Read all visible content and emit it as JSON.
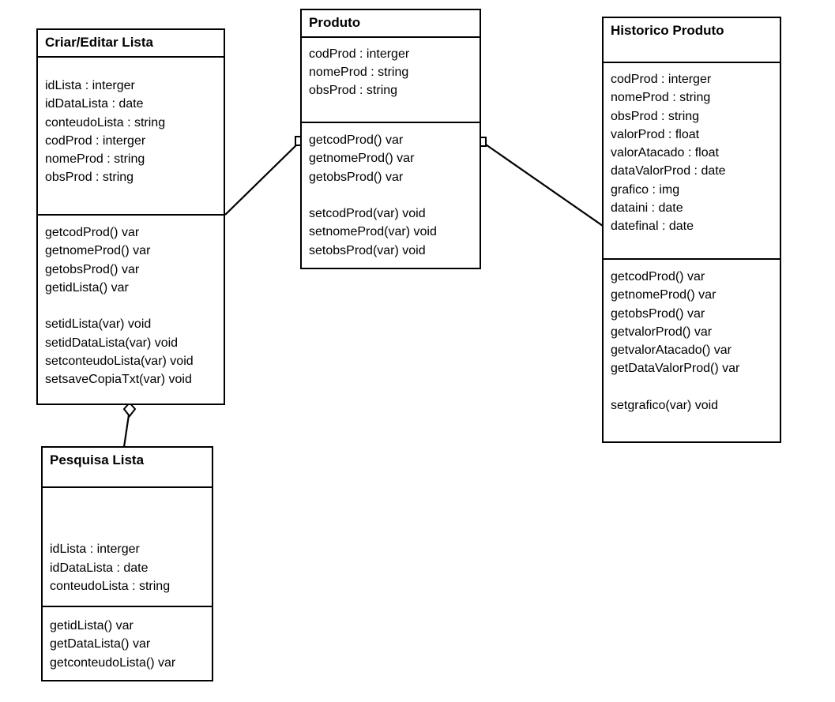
{
  "diagram": {
    "type": "uml-class-diagram",
    "background_color": "#ffffff",
    "line_color": "#000000",
    "text_color": "#000000"
  },
  "classes": {
    "criar_editar_lista": {
      "title": "Criar/Editar Lista",
      "attributes": [
        "idLista : interger",
        "idDataLista : date",
        "conteudoLista : string",
        "codProd : interger",
        "nomeProd : string",
        "obsProd : string"
      ],
      "methods": [
        "getcodProd() var",
        "getnomeProd() var",
        "getobsProd() var",
        "getidLista() var",
        "",
        "setidLista(var) void",
        "setidDataLista(var) void",
        "setconteudoLista(var) void",
        "setsaveCopiaTxt(var) void"
      ]
    },
    "produto": {
      "title": "Produto",
      "attributes": [
        "codProd : interger",
        "nomeProd : string",
        "obsProd : string"
      ],
      "methods": [
        "getcodProd() var",
        "getnomeProd() var",
        "getobsProd() var",
        "",
        "setcodProd(var) void",
        "setnomeProd(var) void",
        "setobsProd(var) void"
      ]
    },
    "historico_produto": {
      "title": "Historico Produto",
      "attributes": [
        "codProd : interger",
        "nomeProd : string",
        "obsProd : string",
        "valorProd : float",
        "valorAtacado : float",
        "dataValorProd : date",
        "grafico : img",
        "dataini : date",
        "datefinal : date"
      ],
      "methods": [
        "getcodProd() var",
        "getnomeProd() var",
        "getobsProd() var",
        "getvalorProd() var",
        "getvalorAtacado() var",
        "getDataValorProd() var",
        "",
        "setgrafico(var) void"
      ]
    },
    "pesquisa_lista": {
      "title": "Pesquisa Lista",
      "attributes": [
        "idLista : interger",
        "idDataLista : date",
        "conteudoLista : string"
      ],
      "methods": [
        "getidLista() var",
        "getDataLista() var",
        "getconteudoLista() var"
      ]
    }
  },
  "connections": [
    {
      "name": "produto-to-criar-editar-lista",
      "from": "produto",
      "to": "criar_editar_lista",
      "end_marker": "hollow-square",
      "marker_at": "produto"
    },
    {
      "name": "produto-to-historico-produto",
      "from": "produto",
      "to": "historico_produto",
      "end_marker": "hollow-square",
      "marker_at": "produto"
    },
    {
      "name": "criar-editar-lista-to-pesquisa-lista",
      "from": "criar_editar_lista",
      "to": "pesquisa_lista",
      "end_marker": "hollow-diamond",
      "marker_at": "criar_editar_lista"
    }
  ]
}
